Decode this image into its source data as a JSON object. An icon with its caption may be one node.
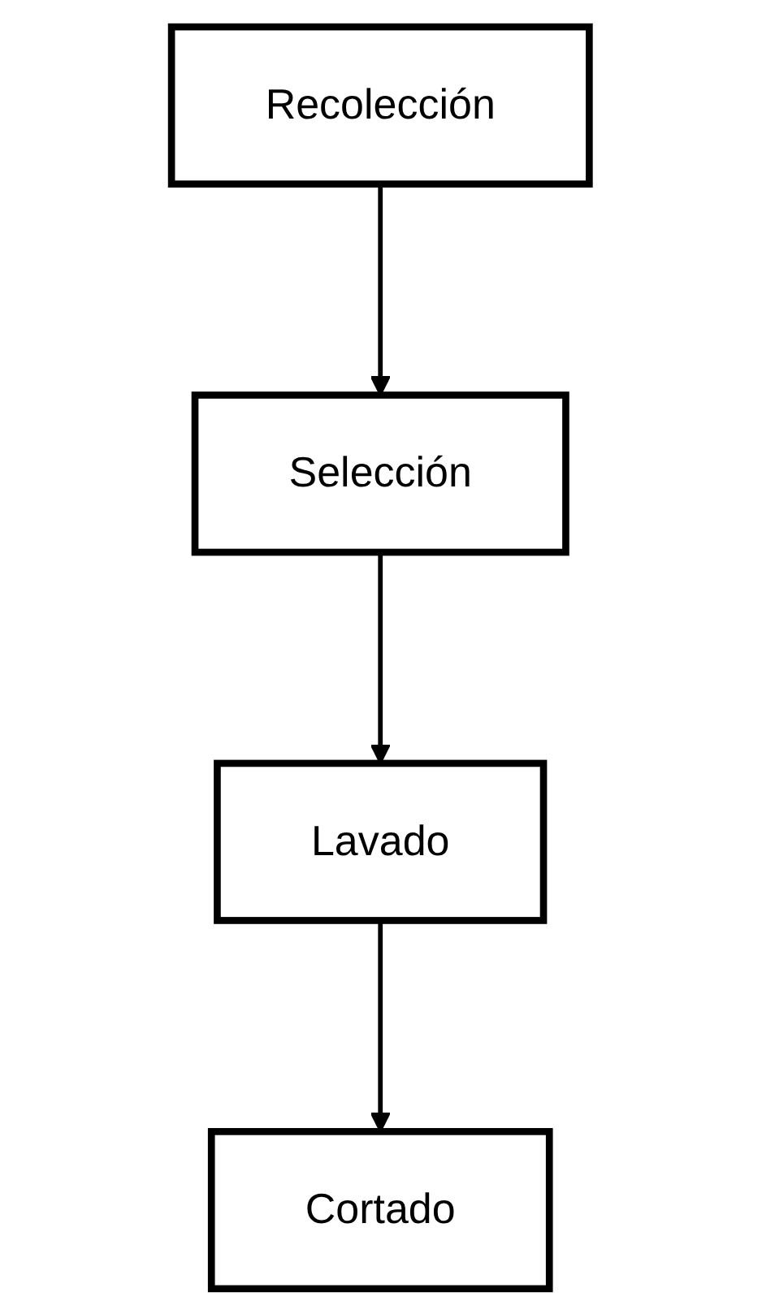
{
  "diagram": {
    "nodes": [
      {
        "text": [
          "Recolección"
        ]
      },
      {
        "text": [
          "Selección"
        ]
      },
      {
        "text": [
          "Lavado"
        ]
      },
      {
        "text": [
          "Cortado"
        ]
      }
    ],
    "edges": [
      {
        "from": 0,
        "to": 1,
        "arrow": "to"
      },
      {
        "from": 1,
        "to": 2,
        "arrow": "to"
      },
      {
        "from": 2,
        "to": 3,
        "arrow": "to"
      }
    ]
  }
}
